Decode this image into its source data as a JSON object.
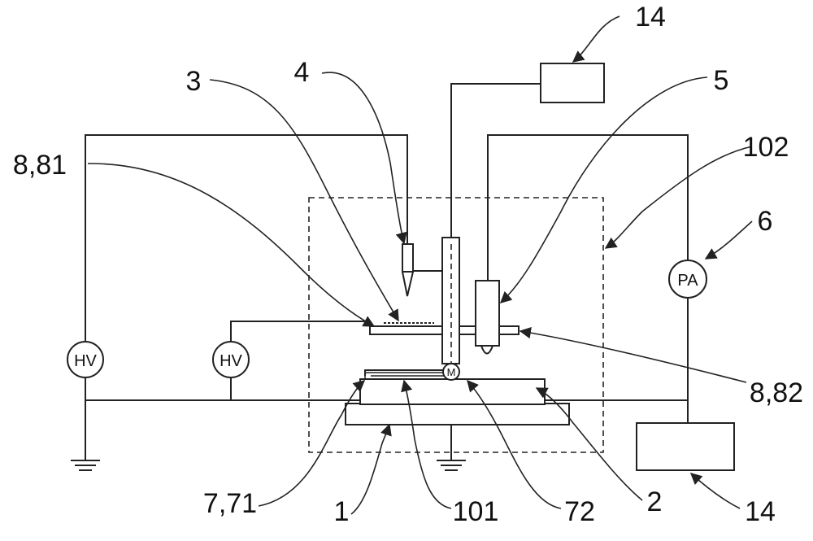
{
  "labels": {
    "l_3": "3",
    "l_4": "4",
    "l_14_top": "14",
    "l_5": "5",
    "l_102": "102",
    "l_8_81": "8,81",
    "l_6": "6",
    "l_8_82": "8,82",
    "l_7_71": "7,71",
    "l_1": "1",
    "l_101": "101",
    "l_72": "72",
    "l_2": "2",
    "l_14_bottom": "14"
  },
  "meters": {
    "hv_left": "HV",
    "hv_mid": "HV",
    "pa": "PA"
  },
  "motor": "M"
}
